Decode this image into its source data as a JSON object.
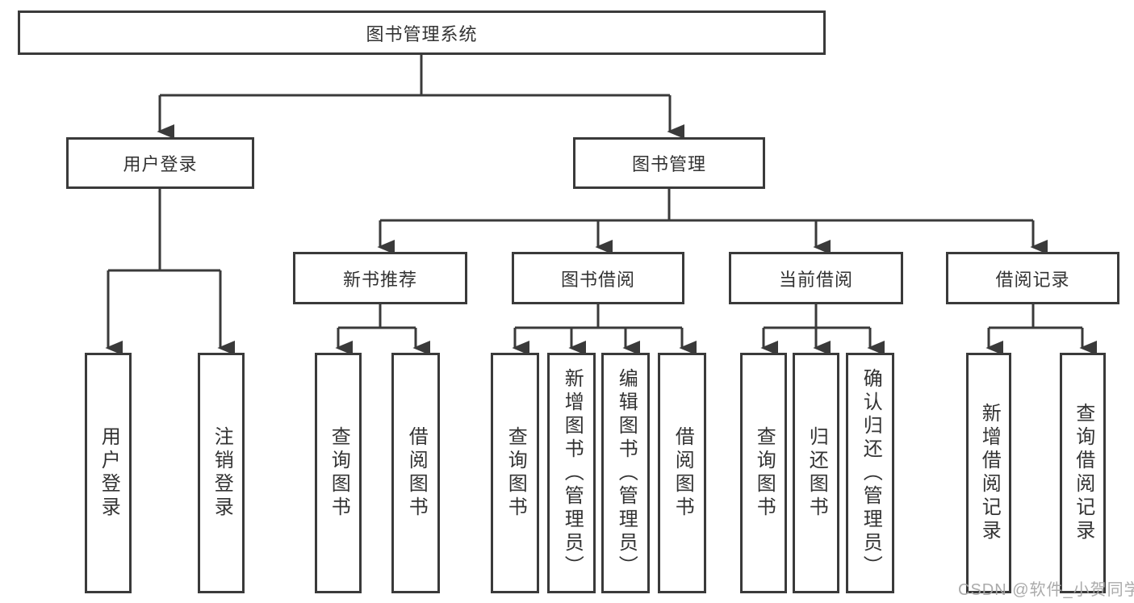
{
  "diagram": {
    "title": "图书管理系统",
    "colors": {
      "line": "#3a3a3a",
      "box_border": "#3a3a3a",
      "box_background": "#ffffff",
      "text": "#333333",
      "watermark": "#a7a7a7"
    },
    "nodes": {
      "root": {
        "label": "图书管理系统"
      },
      "user_login": {
        "label": "用户登录"
      },
      "book_mgmt": {
        "label": "图书管理"
      },
      "new_book_rec": {
        "label": "新书推荐"
      },
      "book_borrow": {
        "label": "图书借阅"
      },
      "current_borrow": {
        "label": "当前借阅"
      },
      "borrow_records": {
        "label": "借阅记录"
      },
      "leaf_user_login": {
        "label": "用户登录"
      },
      "leaf_logout": {
        "label": "注销登录"
      },
      "leaf_query_book_1": {
        "label": "查询图书"
      },
      "leaf_borrow_book_1": {
        "label": "借阅图书"
      },
      "leaf_query_book_2": {
        "label": "查询图书"
      },
      "leaf_add_book": {
        "label": "新增图书（管理员）"
      },
      "leaf_edit_book": {
        "label": "编辑图书（管理员）"
      },
      "leaf_borrow_book_2": {
        "label": "借阅图书"
      },
      "leaf_query_book_3": {
        "label": "查询图书"
      },
      "leaf_return_book": {
        "label": "归还图书"
      },
      "leaf_confirm_return": {
        "label": "确认归还（管理员）"
      },
      "leaf_add_record": {
        "label": "新增借阅记录"
      },
      "leaf_query_record": {
        "label": "查询借阅记录"
      }
    },
    "hierarchy": {
      "root": "图书管理系统",
      "children": [
        {
          "label": "用户登录",
          "children": [
            "用户登录",
            "注销登录"
          ]
        },
        {
          "label": "图书管理",
          "children": [
            {
              "label": "新书推荐",
              "children": [
                "查询图书",
                "借阅图书"
              ]
            },
            {
              "label": "图书借阅",
              "children": [
                "查询图书",
                "新增图书（管理员）",
                "编辑图书（管理员）",
                "借阅图书"
              ]
            },
            {
              "label": "当前借阅",
              "children": [
                "查询图书",
                "归还图书",
                "确认归还（管理员）"
              ]
            },
            {
              "label": "借阅记录",
              "children": [
                "新增借阅记录",
                "查询借阅记录"
              ]
            }
          ]
        }
      ]
    },
    "watermark": "CSDN @软件_小贺同学"
  }
}
